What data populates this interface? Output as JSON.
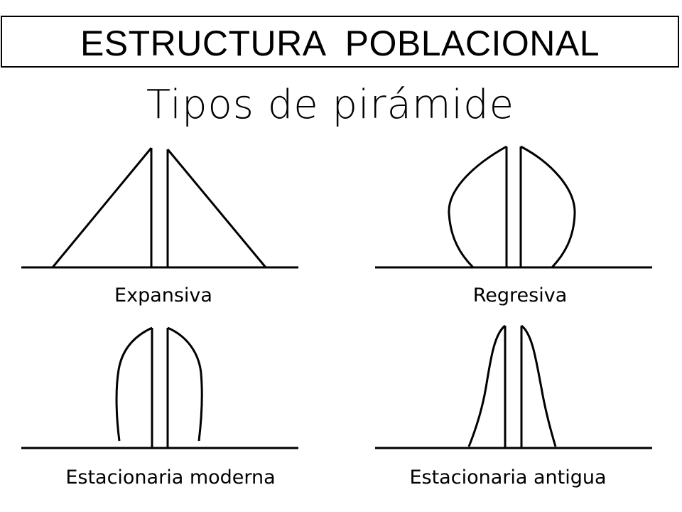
{
  "header": {
    "title": "ESTRUCTURA  POBLACIONAL",
    "subtitle": "Tipos de pirámide"
  },
  "pyramids": [
    {
      "label": "Expansiva",
      "shape": "triangle"
    },
    {
      "label": "Regresiva",
      "shape": "ogive"
    },
    {
      "label": "Estacionaria moderna",
      "shape": "dome"
    },
    {
      "label": "Estacionaria antigua",
      "shape": "bell"
    }
  ],
  "colors": {
    "stroke": "#000000",
    "background": "#ffffff"
  }
}
